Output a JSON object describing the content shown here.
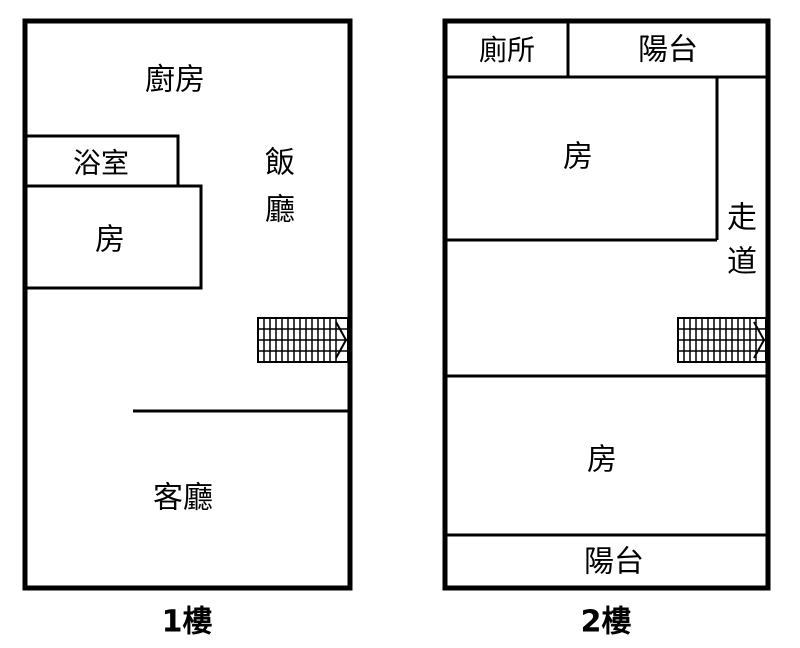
{
  "floor1": {
    "caption": "1樓",
    "rooms": {
      "kitchen": "廚房",
      "bathroom": "浴室",
      "bedroom": "房",
      "dining_1": "飯",
      "dining_2": "廳",
      "living": "客廳"
    }
  },
  "floor2": {
    "caption": "2樓",
    "rooms": {
      "toilet": "廁所",
      "balcony_top": "陽台",
      "bedroom_upper": "房",
      "hallway_1": "走",
      "hallway_2": "道",
      "bedroom_lower": "房",
      "balcony_bottom": "陽台"
    }
  }
}
